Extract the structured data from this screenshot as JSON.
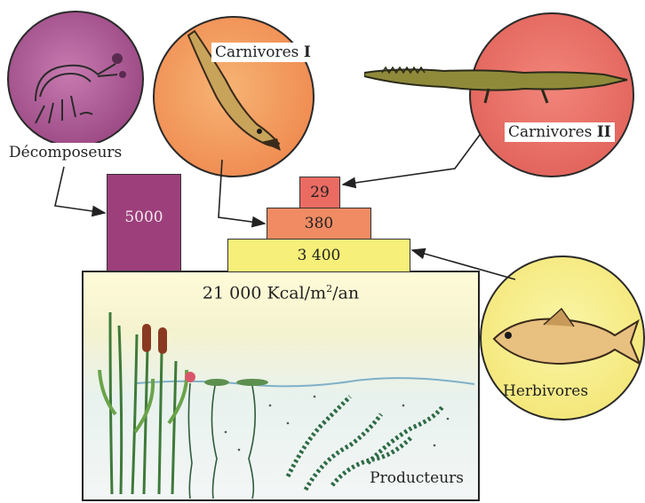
{
  "decomposers": {
    "label": "Décomposeurs",
    "value": "5000",
    "color": "#9c3f7a"
  },
  "carnivores1": {
    "label": "Carnivores",
    "numeral": "I",
    "value": "380",
    "color": "#f08b63"
  },
  "carnivores2": {
    "label": "Carnivores",
    "numeral": "II",
    "value": "29",
    "color": "#ea6b62"
  },
  "herbivores": {
    "label": "Herbivores",
    "value": "3 400",
    "color": "#f6ef7a"
  },
  "producers": {
    "label": "Producteurs",
    "energy_prefix": "21 000 Kcal/m",
    "energy_sup": "2",
    "energy_suffix": "/an"
  }
}
